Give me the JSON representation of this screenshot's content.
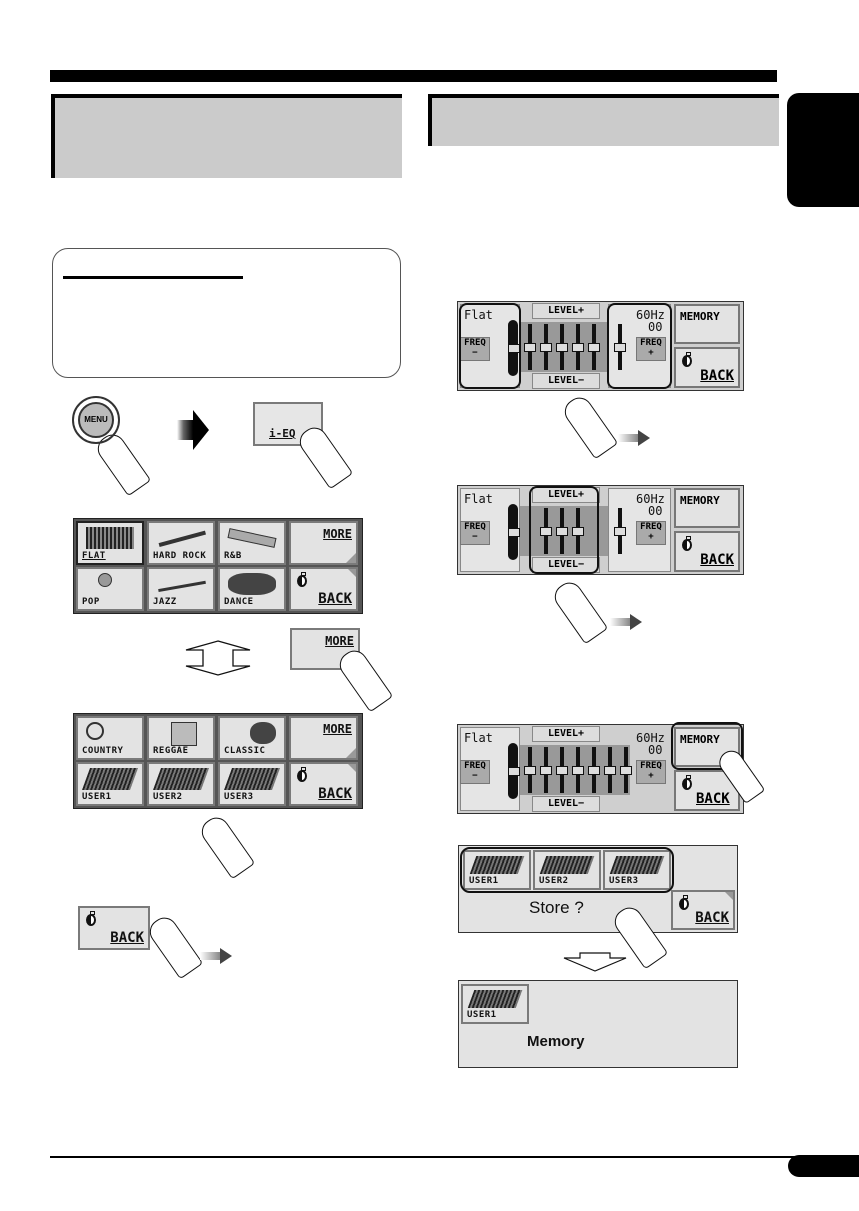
{
  "page": {
    "accent_color": "#000000",
    "header_fill": "#cbcbcb"
  },
  "menu_step": {
    "menu_button_label": "MENU",
    "ieq_button_label": "i-EQ"
  },
  "preset_screen_1": {
    "items": [
      "FLAT",
      "HARD ROCK",
      "R&B",
      "POP",
      "JAZZ",
      "DANCE"
    ],
    "more_label": "MORE",
    "back_label": "BACK"
  },
  "more_step": {
    "more_label": "MORE"
  },
  "preset_screen_2": {
    "items": [
      "COUNTRY",
      "REGGAE",
      "CLASSIC",
      "USER1",
      "USER2",
      "USER3"
    ],
    "more_label": "MORE",
    "back_label": "BACK"
  },
  "back_step": {
    "back_label": "BACK"
  },
  "eq_screen": {
    "preset_name": "Flat",
    "frequency": "60Hz",
    "level_value": "00",
    "freq_minus_label": "FREQ",
    "freq_minus_sign": "−",
    "freq_plus_label": "FREQ",
    "freq_plus_sign": "+",
    "level_plus_label": "LEVEL+",
    "level_minus_label": "LEVEL−",
    "memory_label": "MEMORY",
    "back_label": "BACK"
  },
  "store_screen": {
    "users": [
      "USER1",
      "USER2",
      "USER3"
    ],
    "prompt": "Store ?",
    "back_label": "BACK"
  },
  "memory_screen": {
    "user": "USER1",
    "message": "Memory"
  }
}
